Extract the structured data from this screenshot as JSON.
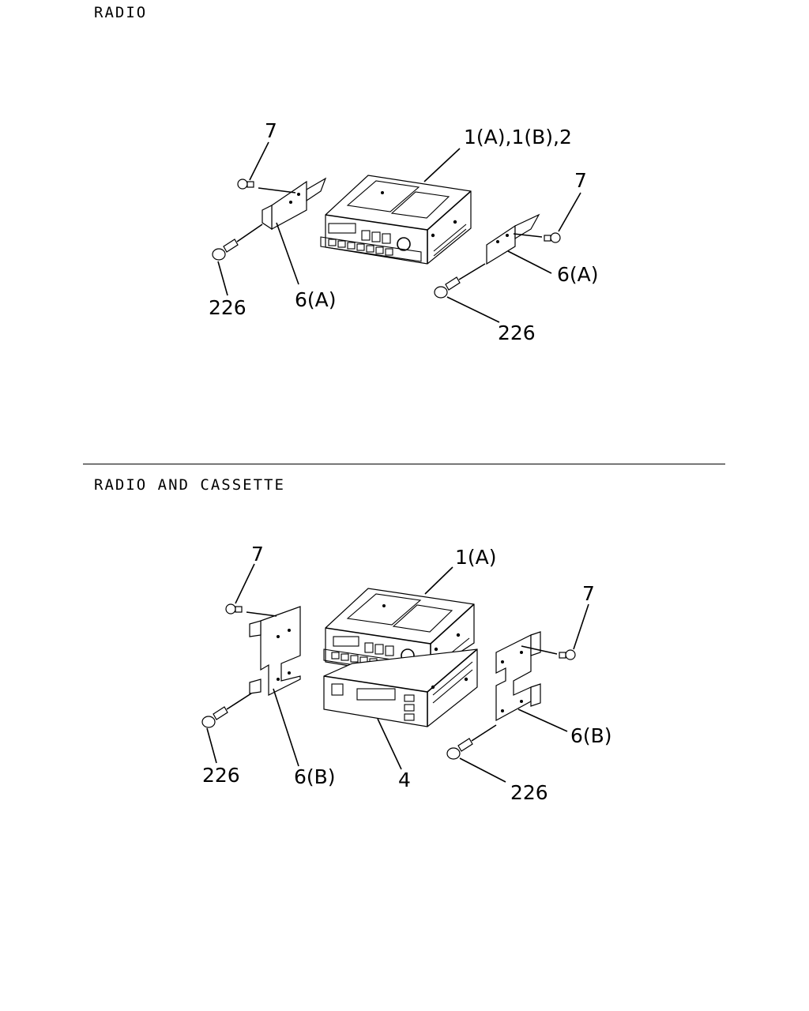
{
  "sections": [
    {
      "title": "RADIO",
      "callouts": {
        "screw_left": "7",
        "unit": "1(A),1(B),2",
        "screw_right": "7",
        "bracket_right": "6(A)",
        "bolt_left": "226",
        "bracket_left": "6(A)",
        "bolt_right": "226"
      }
    },
    {
      "title": "RADIO AND CASSETTE",
      "callouts": {
        "screw_left": "7",
        "unit": "1(A)",
        "screw_right": "7",
        "bracket_right": "6(B)",
        "bolt_left": "226",
        "bracket_left": "6(B)",
        "cassette": "4",
        "bolt_right": "226"
      }
    }
  ]
}
